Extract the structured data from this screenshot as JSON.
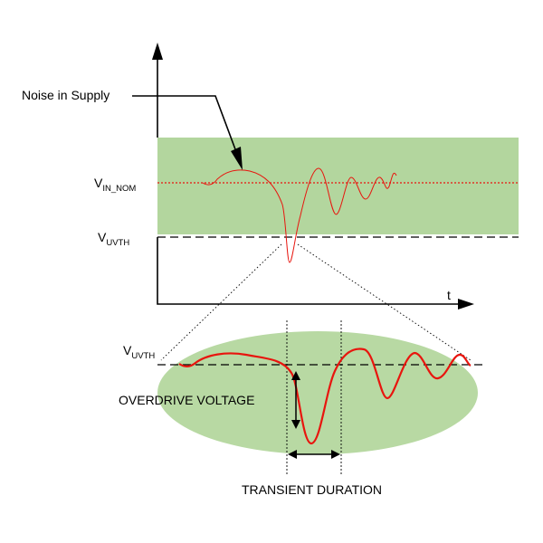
{
  "labels": {
    "noise_in_supply": "Noise in Supply",
    "v_in_nom": {
      "main": "V",
      "sub": "IN_NOM"
    },
    "v_uvth_top": {
      "main": "V",
      "sub": "UVTH"
    },
    "v_uvth_zoom": {
      "main": "V",
      "sub": "UVTH"
    },
    "time_axis": "t",
    "overdrive_voltage": "OVERDRIVE VOLTAGE",
    "transient_duration": "TRANSIENT DURATION"
  },
  "colors": {
    "supply_band": "#b3d69e",
    "zoom_ellipse": "#b8d9a3",
    "signal": "#e8150e",
    "axis": "#000000",
    "nominal_line": "#e8150e"
  }
}
